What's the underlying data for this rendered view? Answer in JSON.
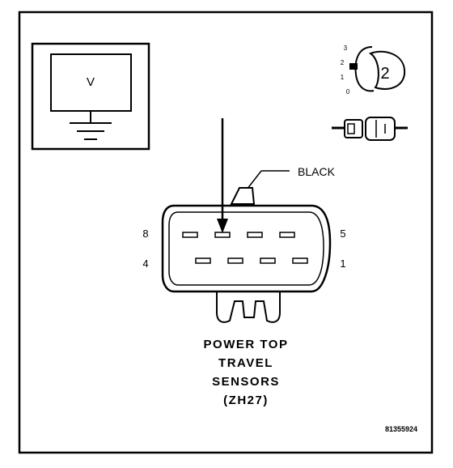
{
  "meter": {
    "symbol": "V"
  },
  "callout": {
    "color_label": "BLACK"
  },
  "pins": {
    "top_left": "8",
    "top_right": "5",
    "bottom_left": "4",
    "bottom_right": "1"
  },
  "test_lead_key": {
    "positions": [
      "3",
      "2",
      "1",
      "0"
    ],
    "number": "2"
  },
  "title": {
    "line1": "POWER TOP",
    "line2": "TRAVEL",
    "line3": "SENSORS",
    "line4": "(ZH27)"
  },
  "figure_id": "81355924"
}
